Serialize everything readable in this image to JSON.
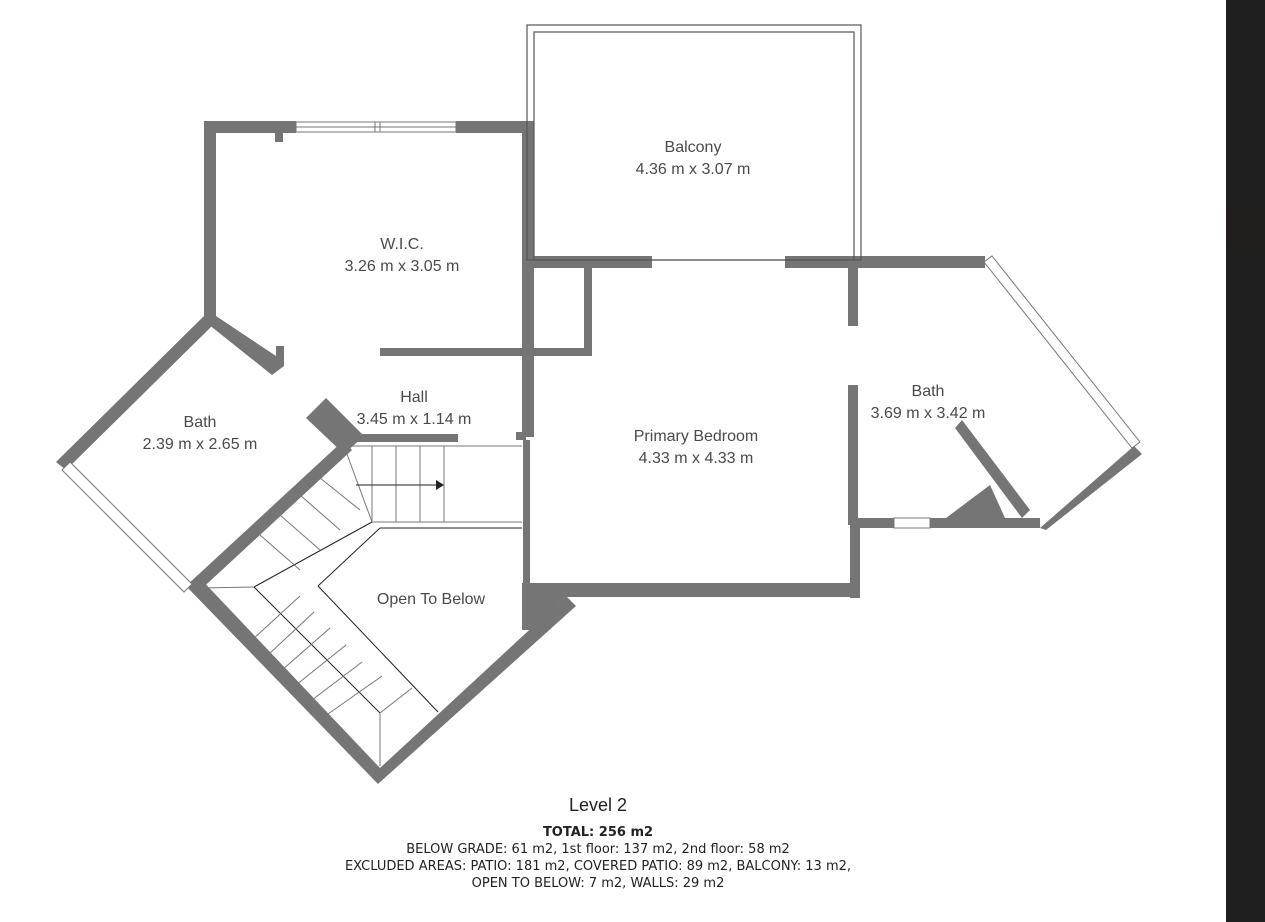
{
  "floor_plan": {
    "level_title": "Level 2",
    "rooms": [
      {
        "name": "Balcony",
        "dimensions": "4.36 m x 3.07 m"
      },
      {
        "name": "W.I.C.",
        "dimensions": "3.26 m x 3.05 m"
      },
      {
        "name": "Hall",
        "dimensions": "3.45 m x 1.14 m"
      },
      {
        "name": "Bath",
        "dimensions": "2.39 m x 2.65 m"
      },
      {
        "name": "Primary Bedroom",
        "dimensions": "4.33 m x 4.33 m"
      },
      {
        "name": "Bath",
        "dimensions": "3.69 m x 3.42 m"
      },
      {
        "name": "Open To Below",
        "dimensions": ""
      }
    ],
    "summary": {
      "total": "TOTAL: 256 m2",
      "line1": "BELOW GRADE: 61 m2, 1st floor: 137 m2, 2nd floor: 58 m2",
      "line2": "EXCLUDED AREAS: PATIO: 181 m2, COVERED PATIO: 89 m2, BALCONY: 13 m2,",
      "line3": "OPEN TO BELOW: 7 m2, WALLS: 29 m2"
    },
    "colors": {
      "wall": "#757575",
      "label": "#4a4a4a",
      "side_panel": "#1f1f1f"
    }
  }
}
